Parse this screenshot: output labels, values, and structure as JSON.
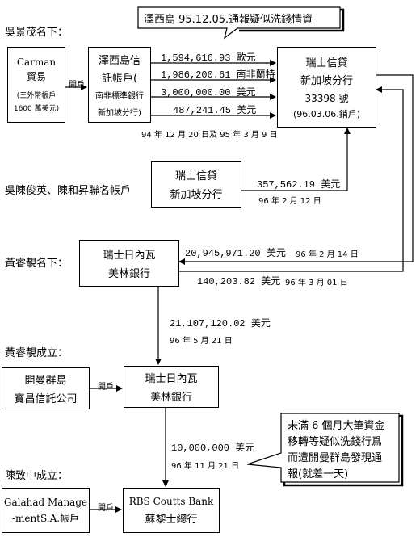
{
  "top_callout": "澤西島 95.12.05.通報疑似洗錢情資",
  "sections": {
    "wu": "吳景茂名下：",
    "joint": "吳陳俊英、陳和昇聯名帳戶",
    "huang_name": "黃睿靚名下：",
    "huang_est": "黃睿靚成立：",
    "chen_est": "陳致中成立："
  },
  "boxes": {
    "carman": {
      "line1": "Carman",
      "line2": "貿易",
      "line3": "(三外幣帳戶",
      "line4": "1600 萬美元)"
    },
    "jersey": {
      "line1": "澤西島信",
      "line2": "託帳戶(",
      "line3": "南非標準銀行",
      "line4": "新加坡分行)"
    },
    "cs_sg": {
      "line1": "瑞士信貸",
      "line2": "新加坡分行",
      "line3": "33398 號",
      "line4": "(96.03.06.銷戶)"
    },
    "cs_sg2": {
      "line1": "瑞士信貸",
      "line2": "新加坡分行"
    },
    "ml_geneva1": {
      "line1": "瑞士日內瓦",
      "line2": "美林銀行"
    },
    "cayman": {
      "line1": "開曼群島",
      "line2": "寶昌信託公司"
    },
    "ml_geneva2": {
      "line1": "瑞士日內瓦",
      "line2": "美林銀行"
    },
    "galahad": {
      "line1": "Galahad Manage",
      "line2": "-mentS.A.帳戶"
    },
    "rbs": {
      "line1": "RBS Coutts Bank",
      "line2": "蘇黎士總行"
    }
  },
  "open_account_label": "開戶",
  "transfers": {
    "t1": "1,594,616.93 歐元",
    "t2": "1,986,200.61 南非蘭特",
    "t3": "3,000,000.00 美元",
    "t4": "487,241.45 美元",
    "t_dates": "94 年 12 月 20 日及 95 年 3 月 9 日",
    "t5_amount": "357,562.19 美元",
    "t5_date": "96 年 2 月 12 日",
    "t6_amount": "20,945,971.20 美元",
    "t6_date": "96 年 2 月 14 日",
    "t7_amount": "140,203.82 美元",
    "t7_date": "96 年 3 月 01 日",
    "t8_amount": "21,107,120.02 美元",
    "t8_date": "96 年 5 月 21 日",
    "t9_amount": "10,000,000 美元",
    "t9_date": "96 年 11 月 21 日"
  },
  "bottom_callout": {
    "line1": "未滿 6 個月大筆資金",
    "line2": "移轉等疑似洗錢行爲",
    "line3": "而遭開曼群島發現通",
    "line4": "報(就差一天)"
  }
}
